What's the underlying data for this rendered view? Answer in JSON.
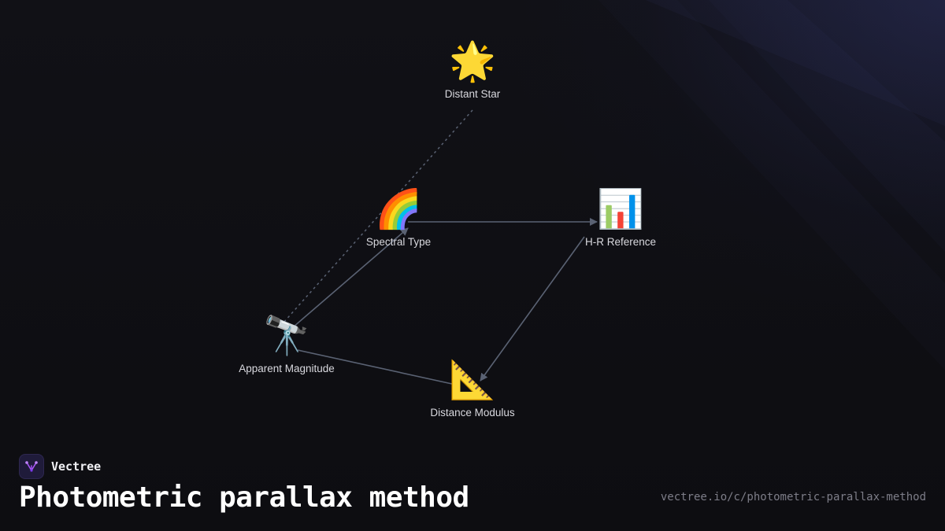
{
  "diagram": {
    "nodes": [
      {
        "id": "distant-star",
        "icon": "🌟",
        "icon_name": "glowing-star-icon",
        "label": "Distant Star"
      },
      {
        "id": "spectral-type",
        "icon": "🌈",
        "icon_name": "rainbow-icon",
        "label": "Spectral Type"
      },
      {
        "id": "hr-reference",
        "icon": "📊",
        "icon_name": "bar-chart-icon",
        "label": "H-R Reference"
      },
      {
        "id": "apparent-magnitude",
        "icon": "🔭",
        "icon_name": "telescope-icon",
        "label": "Apparent Magnitude"
      },
      {
        "id": "distance-modulus",
        "icon": "📐",
        "icon_name": "triangular-ruler-icon",
        "label": "Distance Modulus"
      }
    ],
    "edges": [
      {
        "from": "distant-star",
        "to": "apparent-magnitude",
        "style": "dashed",
        "arrow": false
      },
      {
        "from": "apparent-magnitude",
        "to": "spectral-type",
        "style": "solid",
        "arrow": true
      },
      {
        "from": "spectral-type",
        "to": "hr-reference",
        "style": "solid",
        "arrow": true
      },
      {
        "from": "hr-reference",
        "to": "distance-modulus",
        "style": "solid",
        "arrow": true
      },
      {
        "from": "apparent-magnitude",
        "to": "distance-modulus",
        "style": "solid",
        "arrow": false
      }
    ]
  },
  "brand": {
    "name": "Vectree",
    "logo_icon": "vectree-logo-icon"
  },
  "title": "Photometric parallax method",
  "url": "vectree.io/c/photometric-parallax-method",
  "colors": {
    "background": "#0e0e12",
    "edge": "#5a6273",
    "text": "#d8d8de",
    "title": "#ffffff",
    "url": "#7d7d88",
    "logo_accent": "#a855f7"
  }
}
